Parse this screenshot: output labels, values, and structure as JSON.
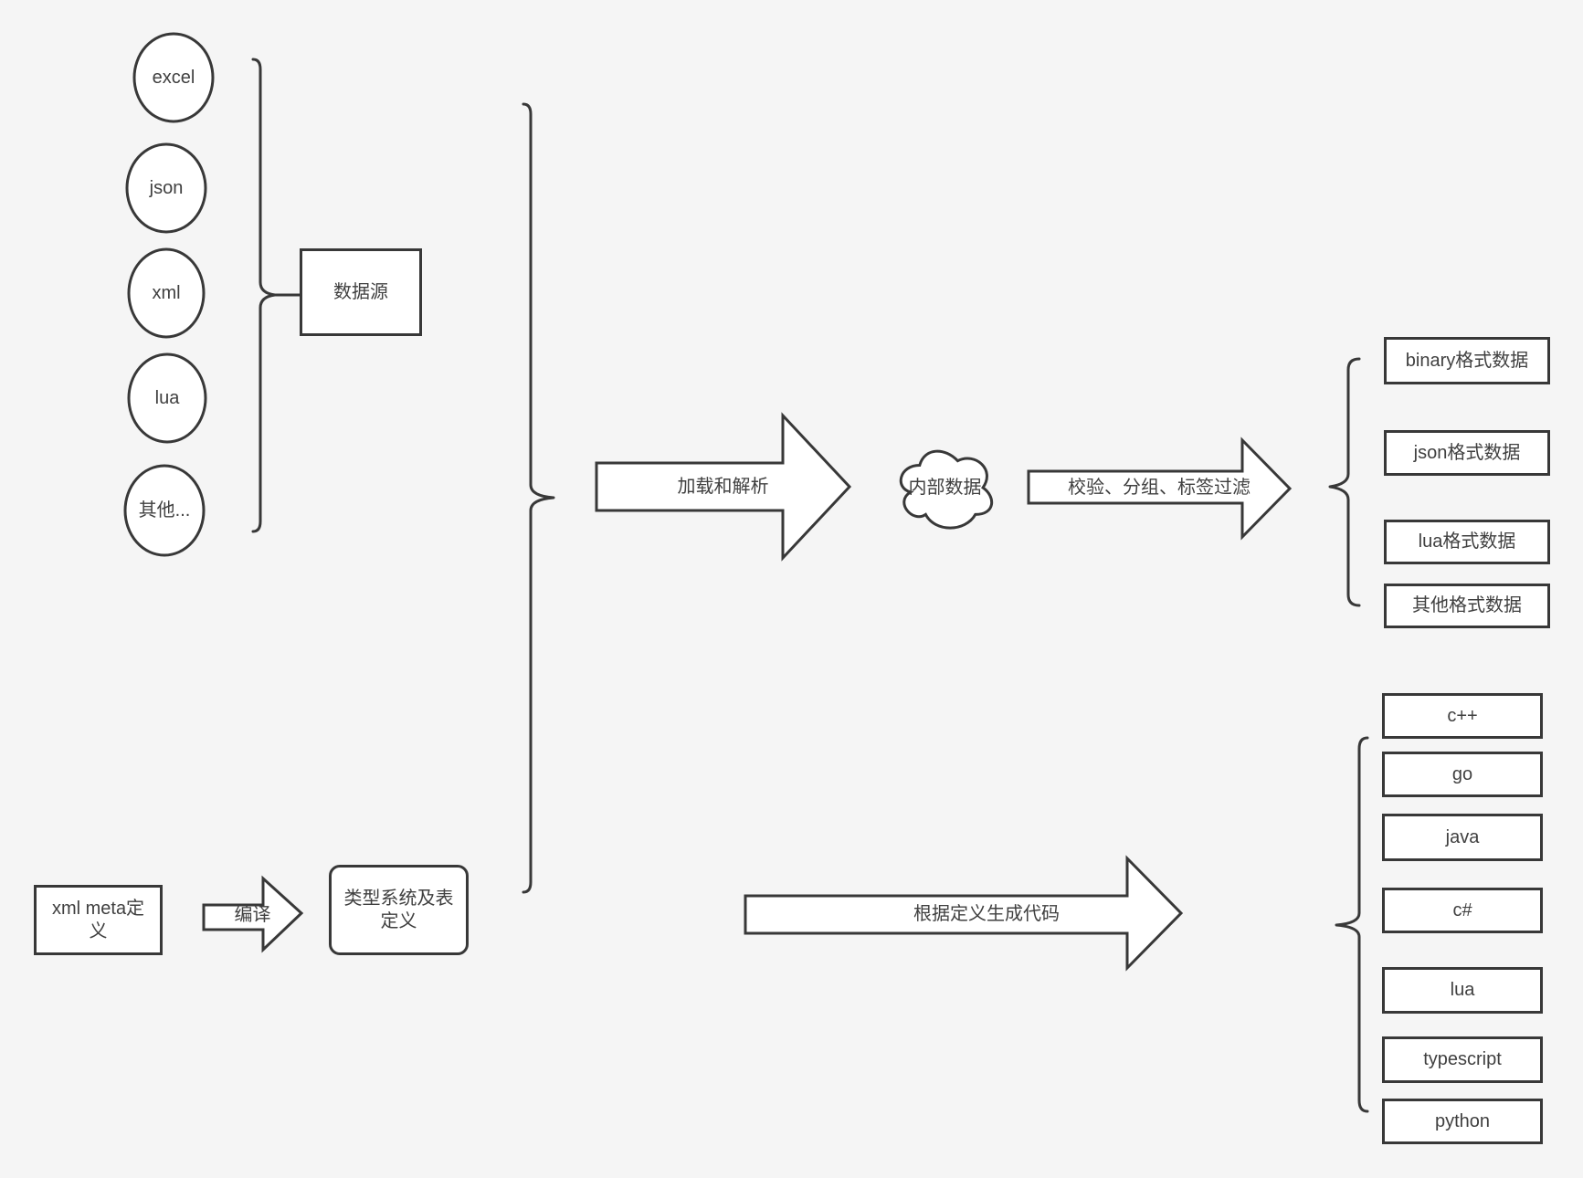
{
  "diagram": {
    "sources": {
      "items": [
        "excel",
        "json",
        "xml",
        "lua",
        "其他..."
      ],
      "group_box": "数据源"
    },
    "pipeline": {
      "load_arrow": "加载和解析",
      "internal_data": "内部数据",
      "filter_arrow": "校验、分组、标签过滤"
    },
    "data_formats": [
      "binary格式数据",
      "json格式数据",
      "lua格式数据",
      "其他格式数据"
    ],
    "definition": {
      "xml_meta": "xml meta定义",
      "compile_arrow": "编译",
      "type_system": "类型系统及表定义"
    },
    "codegen": {
      "arrow": "根据定义生成代码",
      "languages": [
        "c++",
        "go",
        "java",
        "c#",
        "lua",
        "typescript",
        "python"
      ]
    },
    "colors": {
      "background": "#f5f5f5",
      "shape_fill": "#ffffff",
      "stroke": "#383838",
      "text": "#404040"
    }
  }
}
